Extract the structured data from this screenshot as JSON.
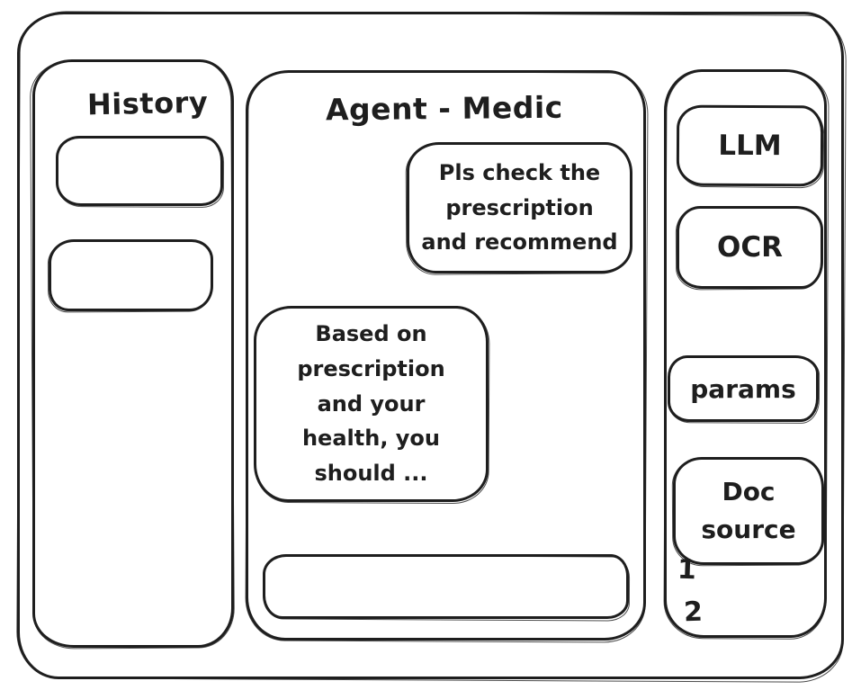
{
  "app": {
    "ink_color": "#1e1e1e",
    "background_color": "#ffffff"
  },
  "history_panel": {
    "title": "History"
  },
  "chat_panel": {
    "title": "Agent - Medic",
    "messages": [
      {
        "role": "user",
        "text": "Pls check the prescription and recommend"
      },
      {
        "role": "assistant",
        "text": "Based on prescription and your health, you should ..."
      }
    ],
    "input_value": ""
  },
  "tools_panel": {
    "buttons": [
      {
        "label": "LLM"
      },
      {
        "label": "OCR"
      },
      {
        "label": "params"
      },
      {
        "label": "Doc source"
      }
    ],
    "doc_source_items": [
      "1",
      "2"
    ]
  }
}
